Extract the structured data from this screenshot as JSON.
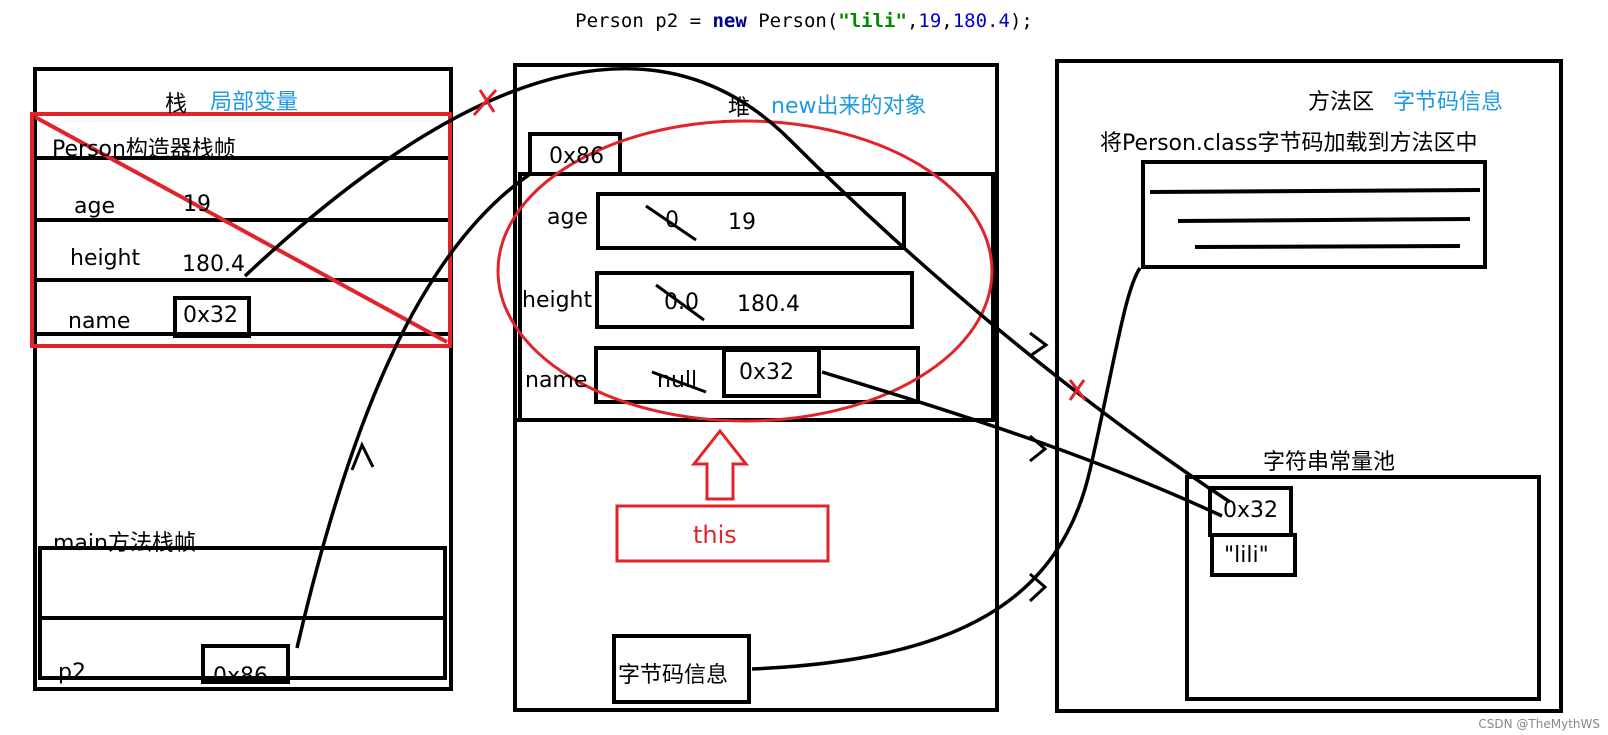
{
  "code": {
    "type_name": "Person",
    "var_part": " p2 = ",
    "keyword": "new",
    "ctor_part": " Person(",
    "string_arg": "\"lili\"",
    "comma1": ",",
    "num1": "19",
    "comma2": ",",
    "num2": "180.4",
    "tail": ");"
  },
  "stack": {
    "title": "栈",
    "subtitle": "局部变量",
    "ctor_frame_title": "Person构造器栈帧",
    "rows": [
      {
        "label": "age",
        "value": "19"
      },
      {
        "label": "height",
        "value": "180.4"
      },
      {
        "label": "name",
        "value": "0x32"
      }
    ],
    "main_frame_title": "main方法栈帧",
    "p2_label": "p2",
    "p2_value": "0x86",
    "cross_mark": "X"
  },
  "heap": {
    "title": "堆",
    "subtitle": "new出来的对象",
    "address": "0x86",
    "fields": [
      {
        "label": "age",
        "old_value": "0",
        "new_value": "19"
      },
      {
        "label": "height",
        "old_value": "0.0",
        "new_value": "180.4"
      },
      {
        "label": "name",
        "old_value": "null",
        "new_value": "0x32"
      }
    ],
    "this_label": "this",
    "bytecode_ref": "字节码信息"
  },
  "method_area": {
    "title": "方法区",
    "subtitle": "字节码信息",
    "load_note": "将Person.class字节码加载到方法区中",
    "string_pool_title": "字符串常量池",
    "pool_address": "0x32",
    "pool_value": "\"lili\"",
    "cross_mark": "X"
  },
  "colors": {
    "accent_blue": "#1e9be0",
    "red": "#e0242a",
    "ink": "#000000"
  },
  "watermark": "CSDN @TheMythWS"
}
